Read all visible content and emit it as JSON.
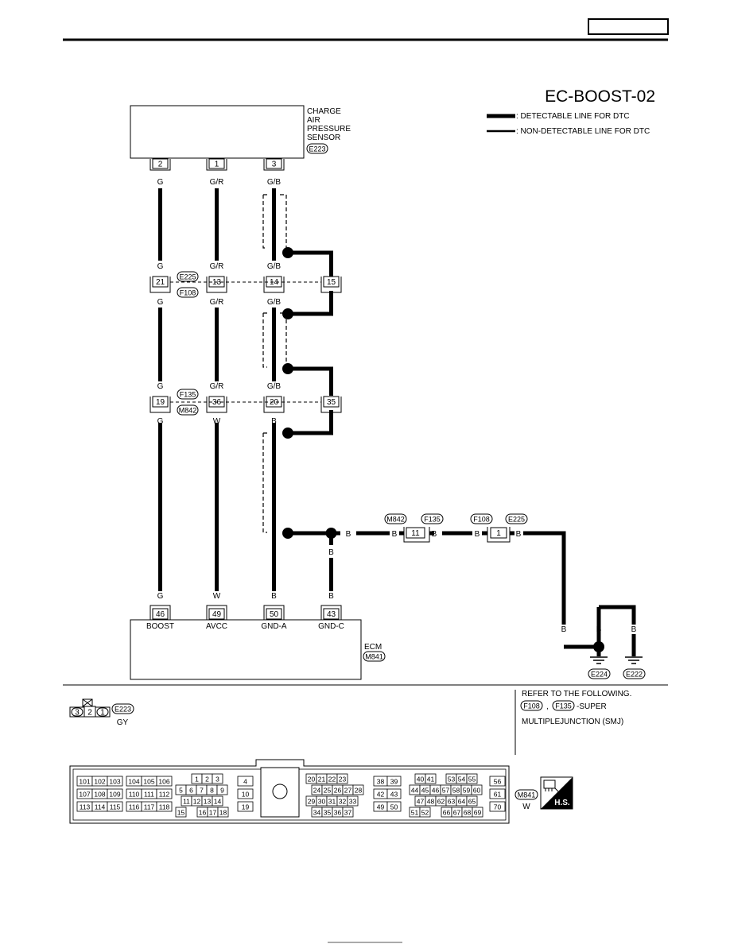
{
  "header": {
    "page_box_text": ""
  },
  "diagram_code": "EC-BOOST-02",
  "legend": {
    "detectable": ": DETECTABLE LINE FOR DTC",
    "non_detectable": ": NON-DETECTABLE LINE FOR DTC"
  },
  "sensor": {
    "name_lines": [
      "CHARGE",
      "AIR",
      "PRESSURE",
      "SENSOR"
    ],
    "connector": "E223",
    "pins": [
      "2",
      "1",
      "3"
    ],
    "top_wire_colors": [
      "G",
      "G/R",
      "G/B"
    ]
  },
  "junction_1": {
    "connectors": [
      "E225",
      "F108"
    ],
    "pins": [
      "21",
      "13",
      "14",
      "15"
    ],
    "colors_above": [
      "G",
      "G/R",
      "G/B"
    ],
    "colors_below": [
      "G",
      "G/R",
      "G/B"
    ]
  },
  "junction_2": {
    "connectors": [
      "F135",
      "M842"
    ],
    "pins": [
      "19",
      "36",
      "20",
      "35"
    ],
    "colors_above": [
      "G",
      "G/R",
      "G/B"
    ],
    "colors_below": [
      "G",
      "W",
      "B"
    ]
  },
  "ground_run": {
    "color": "B",
    "mid_connectors": [
      "M842",
      "F135"
    ],
    "mid_pin": "11",
    "end_connectors": [
      "F108",
      "E225"
    ],
    "end_pin": "1"
  },
  "ecm": {
    "label": "ECM",
    "connector": "M841",
    "wire_colors": [
      "G",
      "W",
      "B",
      "B"
    ],
    "pins": [
      "46",
      "49",
      "50",
      "43"
    ],
    "terminal_names": [
      "BOOST",
      "AVCC",
      "GND-A",
      "GND-C"
    ]
  },
  "grounds": [
    "E224",
    "E222"
  ],
  "refer": {
    "line1": "REFER TO THE FOLLOWING.",
    "connectors": [
      "F108",
      "F135"
    ],
    "comma": ",",
    "suffix": "-SUPER",
    "line3": "MULTIPLEJUNCTION (SMJ)"
  },
  "connector_view_small": {
    "pins": [
      "3",
      "2",
      "1"
    ],
    "connector": "E223",
    "color": "GY"
  },
  "ecm_connector_view": {
    "connector": "M841",
    "color": "W",
    "badge": "H.S.",
    "pin_rows": {
      "b1": [
        [
          "101",
          "102",
          "103"
        ],
        [
          "107",
          "108",
          "109"
        ],
        [
          "113",
          "114",
          "115"
        ]
      ],
      "b2": [
        [
          "104",
          "105",
          "106"
        ],
        [
          "110",
          "111",
          "112"
        ],
        [
          "116",
          "117",
          "118"
        ]
      ],
      "b3r1": [
        "1",
        "2",
        "3"
      ],
      "b3r2": [
        "5",
        "6",
        "7",
        "8",
        "9"
      ],
      "b3r3": [
        "11",
        "12",
        "13",
        "14"
      ],
      "b3r4a": [
        "15"
      ],
      "b3r4b": [
        "16",
        "17",
        "18"
      ],
      "b4": [
        "4",
        "10",
        "19"
      ],
      "b5r1": [
        "20",
        "21",
        "22",
        "23"
      ],
      "b5r2": [
        "24",
        "25",
        "26",
        "27",
        "28"
      ],
      "b5r3": [
        "29",
        "30",
        "31",
        "32",
        "33"
      ],
      "b5r4": [
        "34",
        "35",
        "36",
        "37"
      ],
      "b6": [
        [
          "38",
          "39"
        ],
        [
          "42",
          "43"
        ],
        [
          "49",
          "50"
        ]
      ],
      "b7r1a": [
        "40",
        "41"
      ],
      "b7r1b": [
        "53",
        "54",
        "55"
      ],
      "b7r2": [
        "44",
        "45",
        "46",
        "57",
        "58",
        "59",
        "60"
      ],
      "b7r3": [
        "47",
        "48",
        "62",
        "63",
        "64",
        "65"
      ],
      "b7r4a": [
        "51",
        "52"
      ],
      "b7r4b": [
        "66",
        "67",
        "68",
        "69"
      ],
      "b8": [
        "56",
        "61",
        "70"
      ]
    }
  }
}
